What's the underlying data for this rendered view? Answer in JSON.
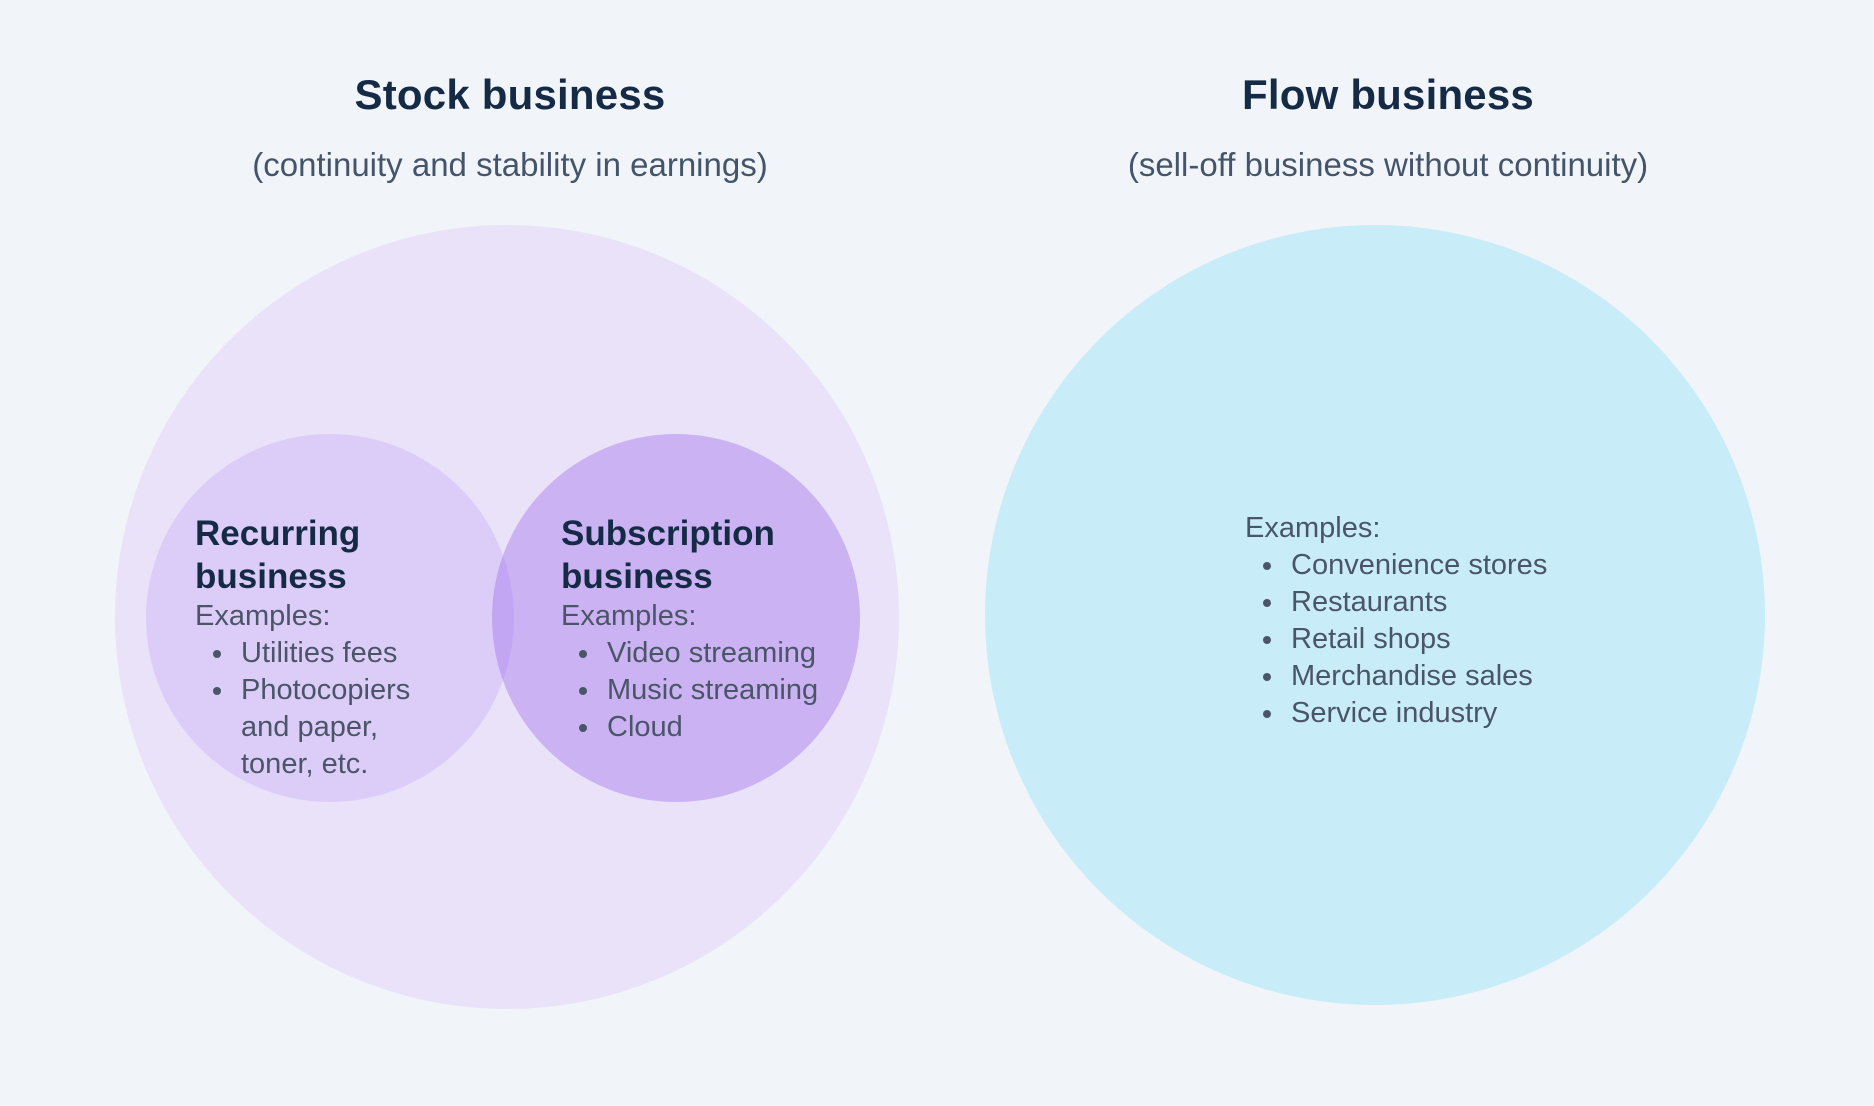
{
  "colors": {
    "background": "#F1F5F9",
    "stock_outer": "#E9E2F9",
    "recurring_circle": "#DCCDF8",
    "subscription_overlay": "rgba(158,108,234,0.4)",
    "overlap_result": "#C3A6F2",
    "flow_circle": "#C8EDF8",
    "title_text": "#152B45",
    "subtitle_text": "#44546A",
    "body_text": "#4A5568"
  },
  "stock": {
    "title": "Stock business",
    "subtitle": "(continuity and stability in earnings)",
    "recurring": {
      "heading": "Recurring business",
      "examples_label": "Examples:",
      "items": [
        "Utilities fees",
        "Photocopiers and paper, toner, etc."
      ]
    },
    "subscription": {
      "heading": "Subscription business",
      "examples_label": "Examples:",
      "items": [
        "Video streaming",
        "Music streaming",
        "Cloud"
      ]
    }
  },
  "flow": {
    "title": "Flow business",
    "subtitle": "(sell-off business without continuity)",
    "examples_label": "Examples:",
    "items": [
      "Convenience stores",
      "Restaurants",
      "Retail shops",
      "Merchandise sales",
      "Service industry"
    ]
  }
}
